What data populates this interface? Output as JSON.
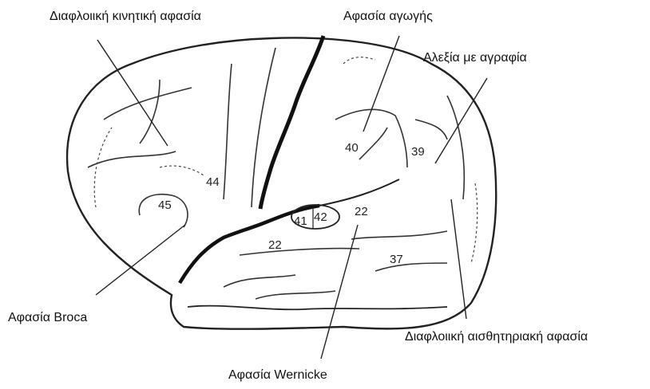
{
  "labels": {
    "transcortical_motor": "Διαφλοιική κινητική αφασία",
    "conduction": "Αφασία αγωγής",
    "alexia_agraphia": "Αλεξία με αγραφία",
    "broca": "Αφασία Broca",
    "transcortical_sensory": "Διαφλοιική αισθητηριακή αφασία",
    "wernicke": "Αφασία Wernicke"
  },
  "areas": {
    "a45": "45",
    "a44": "44",
    "a40": "40",
    "a39": "39",
    "a22_upper": "22",
    "a22_lower": "22",
    "a41": "41",
    "a42": "42",
    "a37": "37"
  },
  "colors": {
    "ink": "#111111",
    "background": "#ffffff"
  }
}
